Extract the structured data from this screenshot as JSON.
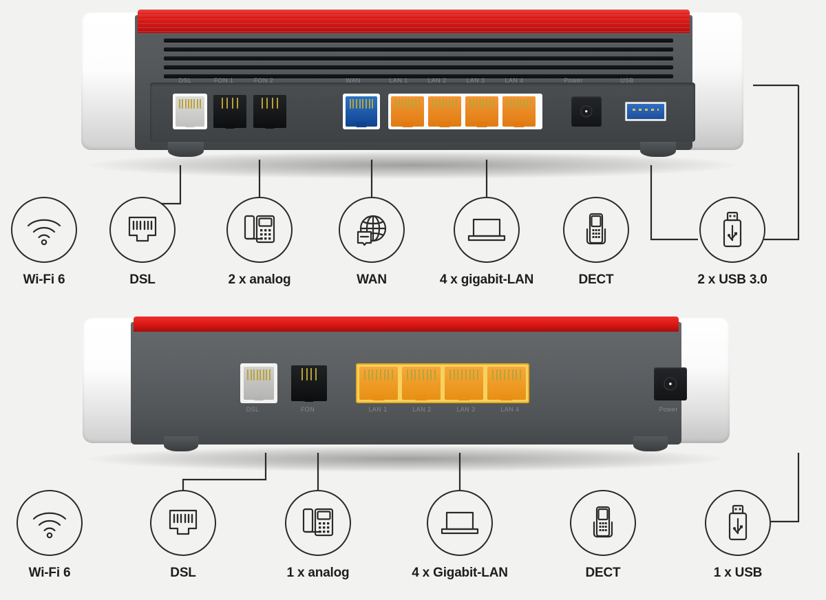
{
  "page": {
    "background_color": "#f2f2f0",
    "accent_red": "#d81714",
    "line_color": "#2a2a2a"
  },
  "products": [
    {
      "id": "router-top",
      "name": "router-top",
      "chassis": {
        "top_strip_color": "#d81714",
        "top_strip_style": "ribbed",
        "body_color": "#4b4f52",
        "endcap_color": "#ffffff",
        "vent_count": 5
      },
      "port_silkscreen": [
        "DSL",
        "FON 1",
        "FON 2",
        "WAN",
        "LAN 1",
        "LAN 2",
        "LAN 3",
        "LAN 4",
        "Power",
        "USB"
      ],
      "ports": [
        {
          "name": "dsl-port",
          "label": "DSL",
          "color": "#d5d5d3",
          "type": "rj45",
          "framed": true
        },
        {
          "name": "fon1-port",
          "label": "FON 1",
          "color": "#17191b",
          "type": "rj11",
          "framed": false
        },
        {
          "name": "fon2-port",
          "label": "FON 2",
          "color": "#17191b",
          "type": "rj11",
          "framed": false
        },
        {
          "name": "wan-port",
          "label": "WAN",
          "color": "#1559b0",
          "type": "rj45",
          "framed": true
        },
        {
          "name": "lan1-port",
          "label": "LAN 1",
          "color": "#ef8a20",
          "type": "rj45",
          "framed": true
        },
        {
          "name": "lan2-port",
          "label": "LAN 2",
          "color": "#ef8a20",
          "type": "rj45",
          "framed": true
        },
        {
          "name": "lan3-port",
          "label": "LAN 3",
          "color": "#ef8a20",
          "type": "rj45",
          "framed": true
        },
        {
          "name": "lan4-port",
          "label": "LAN 4",
          "color": "#ef8a20",
          "type": "rj45",
          "framed": true
        },
        {
          "name": "power-jack",
          "label": "Power",
          "color": "#17191b",
          "type": "power",
          "framed": false
        },
        {
          "name": "usb-port",
          "label": "USB",
          "color": "#2463b8",
          "type": "usb3",
          "framed": false
        }
      ],
      "features": [
        {
          "icon": "wifi-icon",
          "label": "Wi-Fi 6",
          "connected": false
        },
        {
          "icon": "rj45-jack-icon",
          "label": "DSL",
          "connected": true
        },
        {
          "icon": "telephone-icon",
          "label": "2 x analog",
          "connected": true
        },
        {
          "icon": "globe-wan-icon",
          "label": "WAN",
          "connected": true
        },
        {
          "icon": "laptop-icon",
          "label": "4 x gigabit-LAN",
          "connected": true
        },
        {
          "icon": "dect-handset-icon",
          "label": "DECT",
          "connected": false
        },
        {
          "icon": "usb-stick-icon",
          "label": "2 x USB 3.0",
          "connected": true
        }
      ]
    },
    {
      "id": "router-bottom",
      "name": "router-bottom",
      "chassis": {
        "top_strip_color": "#d81714",
        "top_strip_style": "flat",
        "body_color": "#5a5e61",
        "endcap_color": "#ffffff",
        "vent_count": 0
      },
      "port_silkscreen": [
        "DSL",
        "FON",
        "LAN 1",
        "LAN 2",
        "LAN 3",
        "LAN 4",
        "Power"
      ],
      "ports": [
        {
          "name": "dsl-port",
          "label": "DSL",
          "color": "#c9c9c7",
          "type": "rj45",
          "framed": true
        },
        {
          "name": "fon-port",
          "label": "FON",
          "color": "#17191b",
          "type": "rj11",
          "framed": false
        },
        {
          "name": "lan1-port",
          "label": "LAN 1",
          "color": "#f0a02a",
          "type": "rj45",
          "framed": false
        },
        {
          "name": "lan2-port",
          "label": "LAN 2",
          "color": "#f0a02a",
          "type": "rj45",
          "framed": false
        },
        {
          "name": "lan3-port",
          "label": "LAN 3",
          "color": "#f0a02a",
          "type": "rj45",
          "framed": false
        },
        {
          "name": "lan4-port",
          "label": "LAN 4",
          "color": "#f0a02a",
          "type": "rj45",
          "framed": false
        },
        {
          "name": "power-jack",
          "label": "Power",
          "color": "#17191b",
          "type": "power",
          "framed": false
        }
      ],
      "features": [
        {
          "icon": "wifi-icon",
          "label": "Wi-Fi 6",
          "connected": false
        },
        {
          "icon": "rj45-jack-icon",
          "label": "DSL",
          "connected": true
        },
        {
          "icon": "telephone-icon",
          "label": "1 x analog",
          "connected": true
        },
        {
          "icon": "laptop-icon",
          "label": "4 x Gigabit-LAN",
          "connected": true
        },
        {
          "icon": "dect-handset-icon",
          "label": "DECT",
          "connected": false
        },
        {
          "icon": "usb-stick-icon",
          "label": "1 x USB",
          "connected": true
        }
      ]
    }
  ]
}
